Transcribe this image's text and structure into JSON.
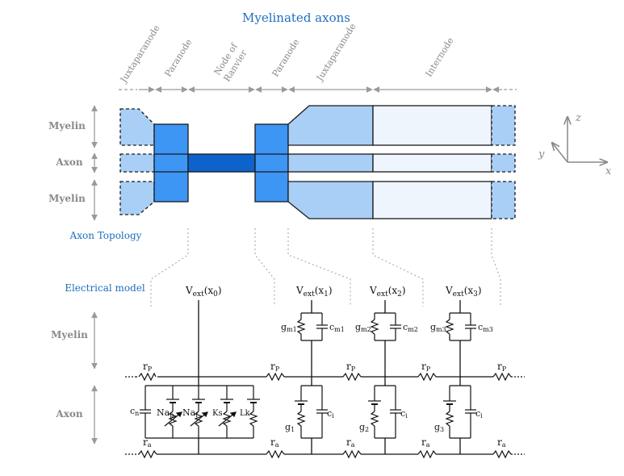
{
  "title": "Myelinated axons",
  "topology_label": "Axon Topology",
  "electrical_label": "Electrical model",
  "segments": [
    "Juxtaparanode",
    "Paranode",
    "Node of",
    "Ranvier",
    "Paranode",
    "Juxtaparanode",
    "Internode"
  ],
  "row_labels": {
    "myelin_top": "Myelin",
    "axon": "Axon",
    "myelin_bottom": "Myelin"
  },
  "model_row_labels": {
    "myelin": "Myelin",
    "axon": "Axon"
  },
  "axes": {
    "x": "x",
    "y": "y",
    "z": "z"
  },
  "vext": {
    "v0": {
      "base": "V",
      "sub": "ext",
      "arg": "(x",
      "idx": "0",
      "close": ")"
    },
    "v1": {
      "base": "V",
      "sub": "ext",
      "arg": "(x",
      "idx": "1",
      "close": ")"
    },
    "v2": {
      "base": "V",
      "sub": "ext",
      "arg": "(x",
      "idx": "2",
      "close": ")"
    },
    "v3": {
      "base": "V",
      "sub": "ext",
      "arg": "(x",
      "idx": "3",
      "close": ")"
    }
  },
  "resistors": {
    "r": "r",
    "p": "P",
    "a": "a"
  },
  "myelin_rc": {
    "g1": {
      "g": "g",
      "gsub": "m1",
      "c": "c",
      "csub": "m1"
    },
    "g2": {
      "g": "g",
      "gsub": "m2",
      "c": "c",
      "csub": "m2"
    },
    "g3": {
      "g": "g",
      "gsub": "m3",
      "c": "c",
      "csub": "m3"
    }
  },
  "node_channels": {
    "cn": {
      "base": "c",
      "sub": "n"
    },
    "nap": {
      "base": "Na",
      "sub": "p"
    },
    "naf": {
      "base": "Na",
      "sub": "f"
    },
    "ks": "Ks",
    "lk": "Lk"
  },
  "axon_rc": {
    "a1": {
      "g": "g",
      "gsub": "1",
      "c": "c",
      "csub": "i"
    },
    "a2": {
      "g": "g",
      "gsub": "2",
      "c": "c",
      "csub": "i"
    },
    "a3": {
      "g": "g",
      "gsub": "3",
      "c": "c",
      "csub": "i"
    }
  },
  "colors": {
    "myelin_light": "#a9cff7",
    "paranode": "#3d96f3",
    "node": "#0d63c9",
    "internode": "#eef5fd",
    "title_blue": "#1f6fbf",
    "gray": "#8a8a8a"
  }
}
